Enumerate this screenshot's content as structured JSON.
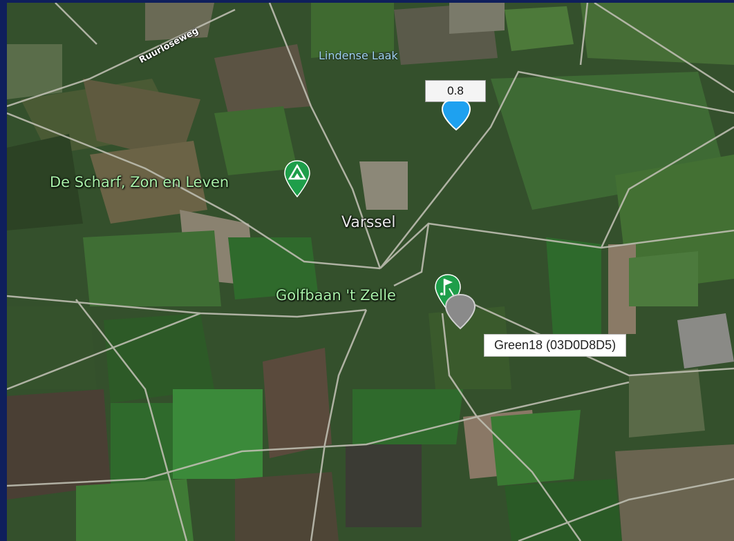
{
  "map": {
    "places": [
      {
        "id": "varssel",
        "name": "Varssel"
      },
      {
        "id": "lindense-laak",
        "name": "Lindense Laak"
      }
    ],
    "roads": [
      {
        "id": "ruurloseweg",
        "name": "Ruurloseweg"
      }
    ],
    "pois": [
      {
        "id": "de-scharf",
        "name": "De Scharf, Zon en Leven",
        "icon": "campground-icon",
        "color": "#1e9e4a"
      },
      {
        "id": "golfbaan",
        "name": "Golfbaan 't Zelle",
        "icon": "golf-icon",
        "color": "#1e9e4a"
      }
    ],
    "markers": [
      {
        "id": "sensor-value",
        "value": "0.8",
        "color": "#1ea1f0",
        "icon": "map-pin-icon"
      },
      {
        "id": "green18",
        "label": "Green18 (03D0D8D5)",
        "color": "#8a8a8a",
        "icon": "map-pin-icon"
      }
    ]
  },
  "colors": {
    "frame": "#0f1f5c",
    "marker_active": "#1ea1f0",
    "marker_inactive": "#8a8a8a",
    "poi": "#1e9e4a"
  }
}
